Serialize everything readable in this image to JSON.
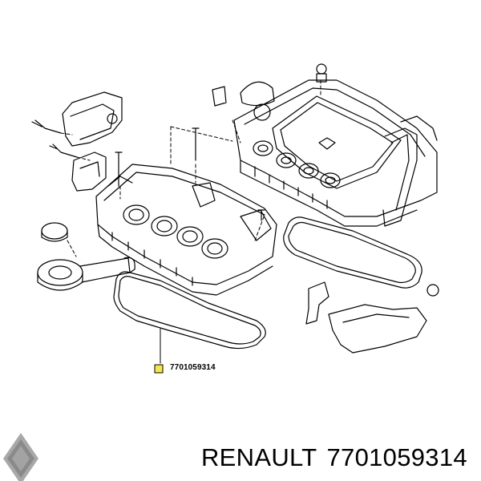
{
  "diagram": {
    "part_callout": "7701059314",
    "callout_marker_color": "#f5e94a"
  },
  "footer": {
    "brand": "RENAULT",
    "part_number": "7701059314"
  },
  "icons": {
    "logo": "renault-diamond-logo"
  }
}
